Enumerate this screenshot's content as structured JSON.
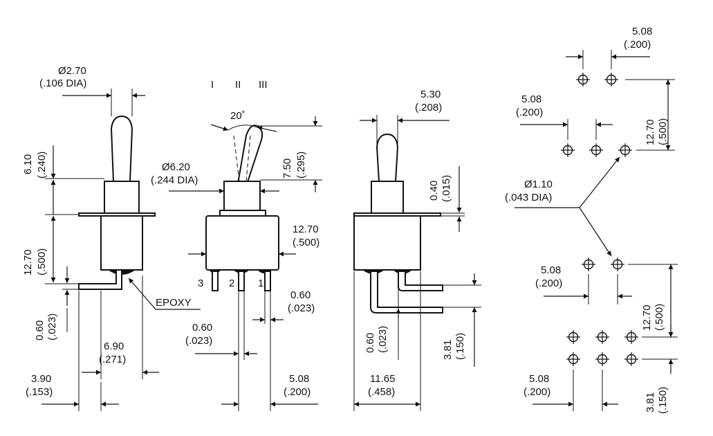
{
  "dims": {
    "d270": "Ø2.70",
    "d270b": "(.106 DIA)",
    "d610": "6.10",
    "d610b": "(.240)",
    "d1270a": "12.70",
    "d1270ab": "(.500)",
    "d060a": "0.60",
    "d060ab": "(.023)",
    "d690": "6.90",
    "d690b": "(.271)",
    "d390": "3.90",
    "d390b": "(.153)",
    "epoxy": "EPOXY",
    "pos1": "I",
    "pos2": "II",
    "pos3": "III",
    "angle": "20˚",
    "d750": "7.50",
    "d750b": "(.295)",
    "d620": "Ø6.20",
    "d620b": "(.244 DIA)",
    "d1270b": "12.70",
    "d1270bb": "(.500)",
    "d060b": "0.60",
    "d060bb": "(.023)",
    "d060c": "0.60",
    "d060cb": "(.023)",
    "d508a": "5.08",
    "d508ab": "(.200)",
    "pin3": "3",
    "pin2": "2",
    "pin1": "1",
    "d530": "5.30",
    "d530b": "(.208)",
    "d040": "0.40",
    "d040b": "(.015)",
    "d060d": "0.60",
    "d060db": "(.023)",
    "d381a": "3.81",
    "d381ab": "(.150)",
    "d1165": "11.65",
    "d1165b": "(.458)",
    "d508b": "5.08",
    "d508bb": "(.200)",
    "d508c": "5.08",
    "d508cb": "(.200)",
    "d1270c": "12.70",
    "d1270cb": "(.500)",
    "d110": "Ø1.10",
    "d110b": "(.043 DIA)",
    "d508d": "5.08",
    "d508db": "(.200)",
    "d1270d": "12.70",
    "d1270db": "(.500)",
    "d508e": "5.08",
    "d508eb": "(.200)",
    "d381b": "3.81",
    "d381bb": "(.150)"
  }
}
